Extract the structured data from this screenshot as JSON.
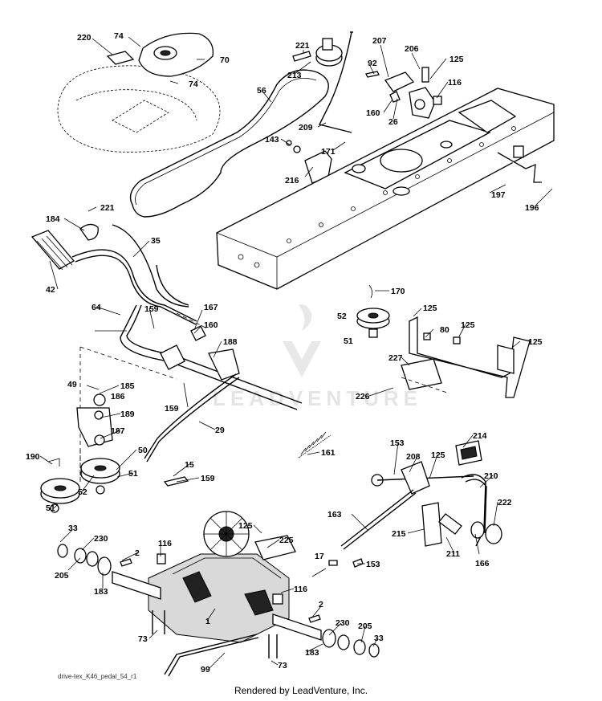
{
  "diagram": {
    "drawing_id": "drive-tex_K46_pedal_54_r1",
    "caption": "Rendered by LeadVenture, Inc.",
    "watermark": "LEADVENTURE",
    "callouts": [
      "220",
      "74",
      "70",
      "74",
      "221",
      "213",
      "56",
      "207",
      "92",
      "206",
      "125",
      "116",
      "160",
      "26",
      "209",
      "171",
      "143",
      "216",
      "197",
      "196",
      "184",
      "221",
      "35",
      "42",
      "64",
      "159",
      "167",
      "160",
      "188",
      "170",
      "52",
      "125",
      "51",
      "125",
      "80",
      "125",
      "227",
      "226",
      "49",
      "185",
      "186",
      "189",
      "187",
      "159",
      "29",
      "190",
      "50",
      "52",
      "51",
      "51",
      "161",
      "15",
      "159",
      "153",
      "208",
      "125",
      "214",
      "210",
      "163",
      "215",
      "222",
      "166",
      "211",
      "125",
      "225",
      "33",
      "230",
      "205",
      "116",
      "2",
      "183",
      "17",
      "153",
      "116",
      "2",
      "1",
      "73",
      "230",
      "205",
      "33",
      "183",
      "99",
      "73"
    ]
  }
}
